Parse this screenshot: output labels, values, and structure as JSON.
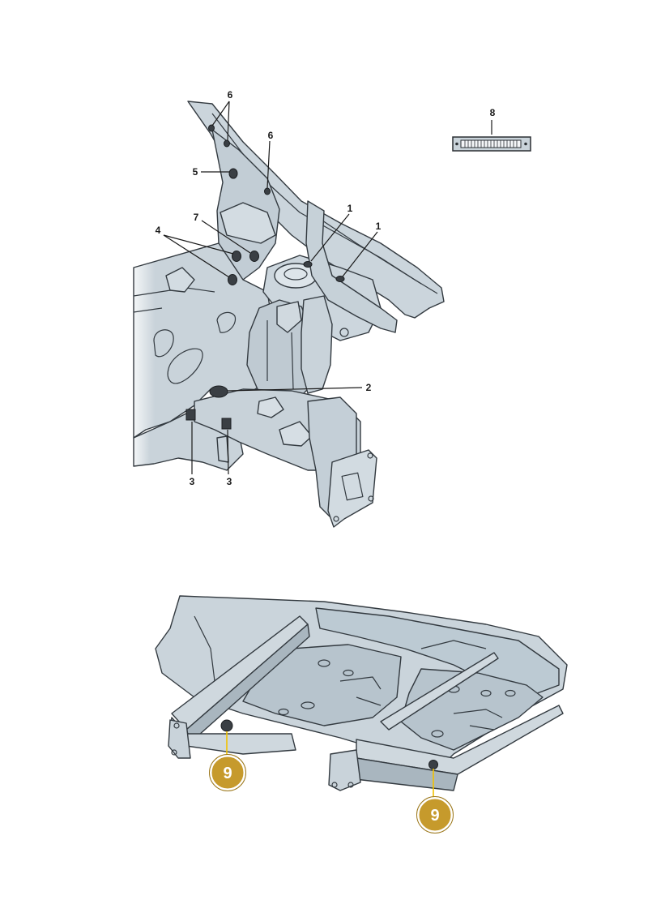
{
  "top_diagram": {
    "callouts": [
      {
        "id": "callout-6a",
        "label": "6"
      },
      {
        "id": "callout-6b",
        "label": "6"
      },
      {
        "id": "callout-5",
        "label": "5"
      },
      {
        "id": "callout-7",
        "label": "7"
      },
      {
        "id": "callout-4",
        "label": "4"
      },
      {
        "id": "callout-1a",
        "label": "1"
      },
      {
        "id": "callout-1b",
        "label": "1"
      },
      {
        "id": "callout-2",
        "label": "2"
      },
      {
        "id": "callout-3a",
        "label": "3"
      },
      {
        "id": "callout-3b",
        "label": "3"
      },
      {
        "id": "callout-8",
        "label": "8"
      }
    ]
  },
  "bottom_diagram": {
    "badges": [
      {
        "id": "badge-9a",
        "label": "9"
      },
      {
        "id": "badge-9b",
        "label": "9"
      }
    ]
  },
  "colors": {
    "panel_fill": "#c9d3da",
    "panel_shade": "#a9b6bf",
    "outline": "#333a40",
    "badge_fill": "#c69a2c",
    "badge_ring": "#ffffff",
    "highlight_leader": "#f2c200",
    "plug": "#3a3f44"
  }
}
